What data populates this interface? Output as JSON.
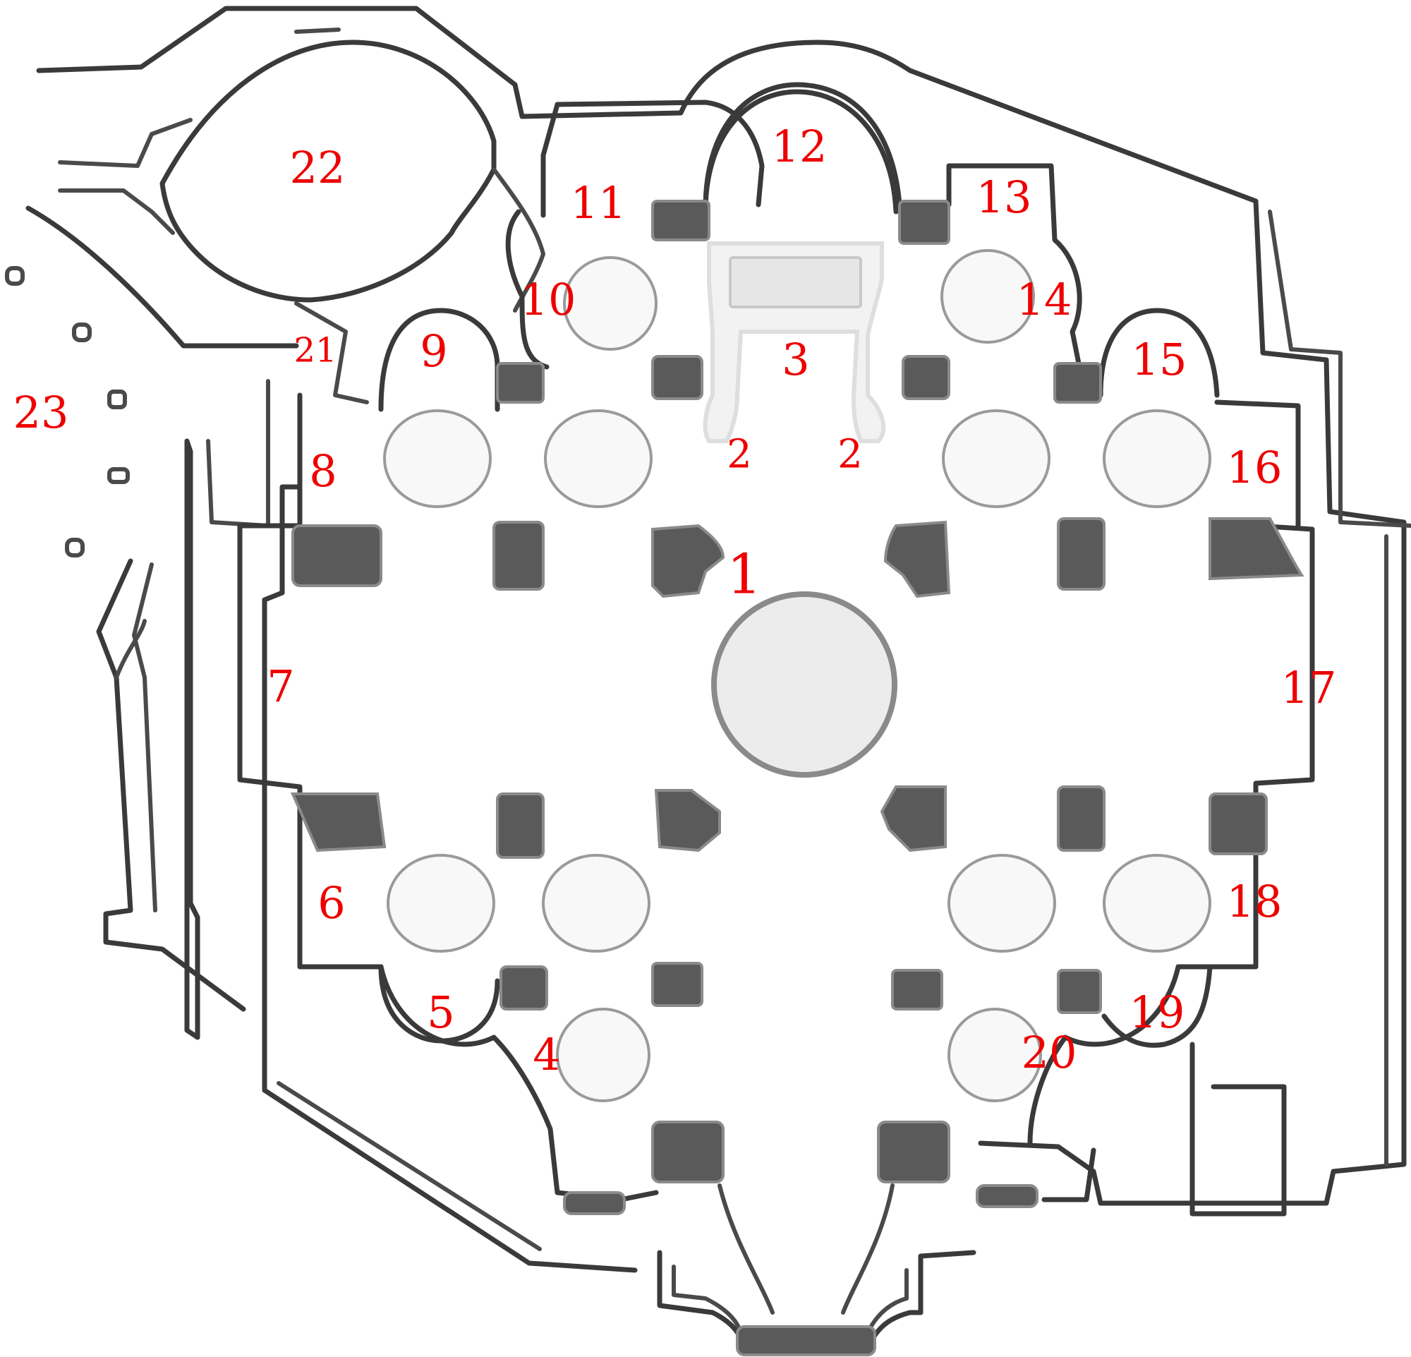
{
  "labels": [
    {
      "id": "1",
      "text": "1"
    },
    {
      "id": "2a",
      "text": "2"
    },
    {
      "id": "2b",
      "text": "2"
    },
    {
      "id": "3",
      "text": "3"
    },
    {
      "id": "4",
      "text": "4"
    },
    {
      "id": "5",
      "text": "5"
    },
    {
      "id": "6",
      "text": "6"
    },
    {
      "id": "7",
      "text": "7"
    },
    {
      "id": "8",
      "text": "8"
    },
    {
      "id": "9",
      "text": "9"
    },
    {
      "id": "10",
      "text": "10"
    },
    {
      "id": "11",
      "text": "11"
    },
    {
      "id": "12",
      "text": "12"
    },
    {
      "id": "13",
      "text": "13"
    },
    {
      "id": "14",
      "text": "14"
    },
    {
      "id": "15",
      "text": "15"
    },
    {
      "id": "16",
      "text": "16"
    },
    {
      "id": "17",
      "text": "17"
    },
    {
      "id": "18",
      "text": "18"
    },
    {
      "id": "19",
      "text": "19"
    },
    {
      "id": "20",
      "text": "20"
    },
    {
      "id": "21",
      "text": "21"
    },
    {
      "id": "22",
      "text": "22"
    },
    {
      "id": "23",
      "text": "23"
    }
  ],
  "colors": {
    "label": "#ee0000",
    "wall": "#3a3a3a",
    "pier": "#5a5a5a",
    "column": "#f8f8f8",
    "background": "#ffffff"
  }
}
